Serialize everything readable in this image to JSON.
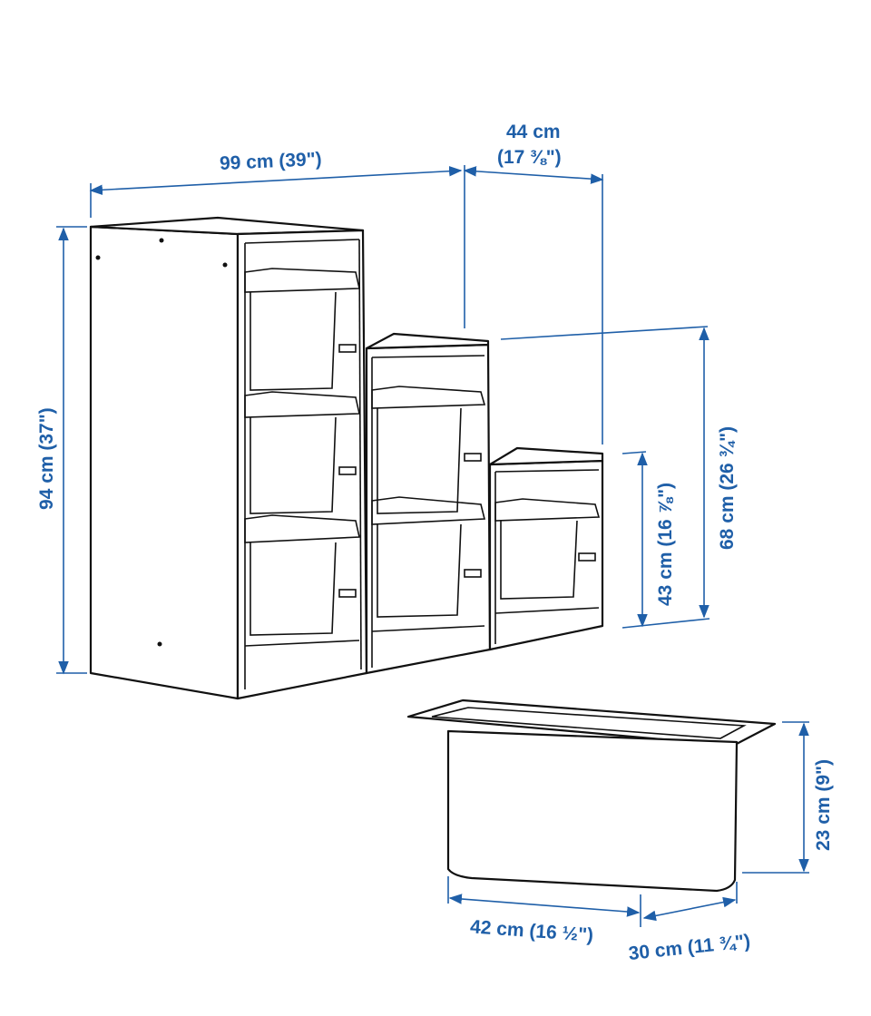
{
  "colors": {
    "dimension": "#1f5fa8",
    "line": "#111111",
    "background": "#ffffff"
  },
  "dimensions": {
    "width": "99 cm (39\")",
    "depth_top": "44 cm",
    "depth_bottom": "(17 ⅜\")",
    "height_total": "94 cm (37\")",
    "height_middle": "68 cm (26 ¾\")",
    "height_low": "43 cm (16 ⅞\")",
    "box_height": "23 cm (9\")",
    "box_width": "42 cm (16 ½\")",
    "box_depth": "30 cm (11 ¾\")"
  }
}
